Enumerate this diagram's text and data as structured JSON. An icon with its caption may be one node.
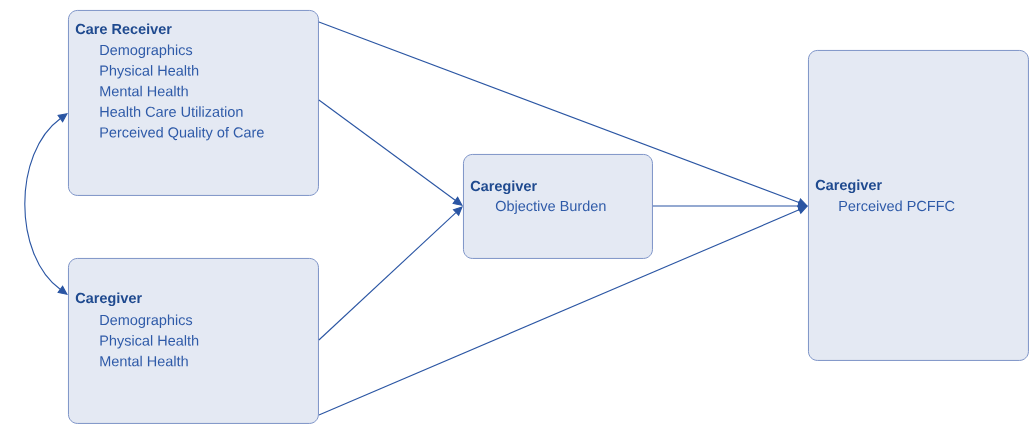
{
  "diagram": {
    "nodes": [
      {
        "text": [
          "Care Receiver",
          "Demographics",
          "Physical Health",
          "Mental Health",
          "Health Care Utilization",
          "Perceived Quality of Care"
        ]
      },
      {
        "text": [
          "Caregiver",
          "Demographics",
          "Physical Health",
          "Mental Health"
        ]
      },
      {
        "text": [
          "Caregiver",
          "Objective Burden"
        ]
      },
      {
        "text": [
          "Caregiver",
          "Perceived PCFFC"
        ]
      }
    ],
    "edges": [
      {
        "from": 0,
        "to": 1,
        "arrow": "both"
      },
      {
        "from": 0,
        "to": 2,
        "arrow": "to"
      },
      {
        "from": 1,
        "to": 2,
        "arrow": "to"
      },
      {
        "from": 0,
        "to": 3,
        "arrow": "to"
      },
      {
        "from": 2,
        "to": 3,
        "arrow": "to"
      },
      {
        "from": 1,
        "to": 3,
        "arrow": "to"
      }
    ]
  }
}
